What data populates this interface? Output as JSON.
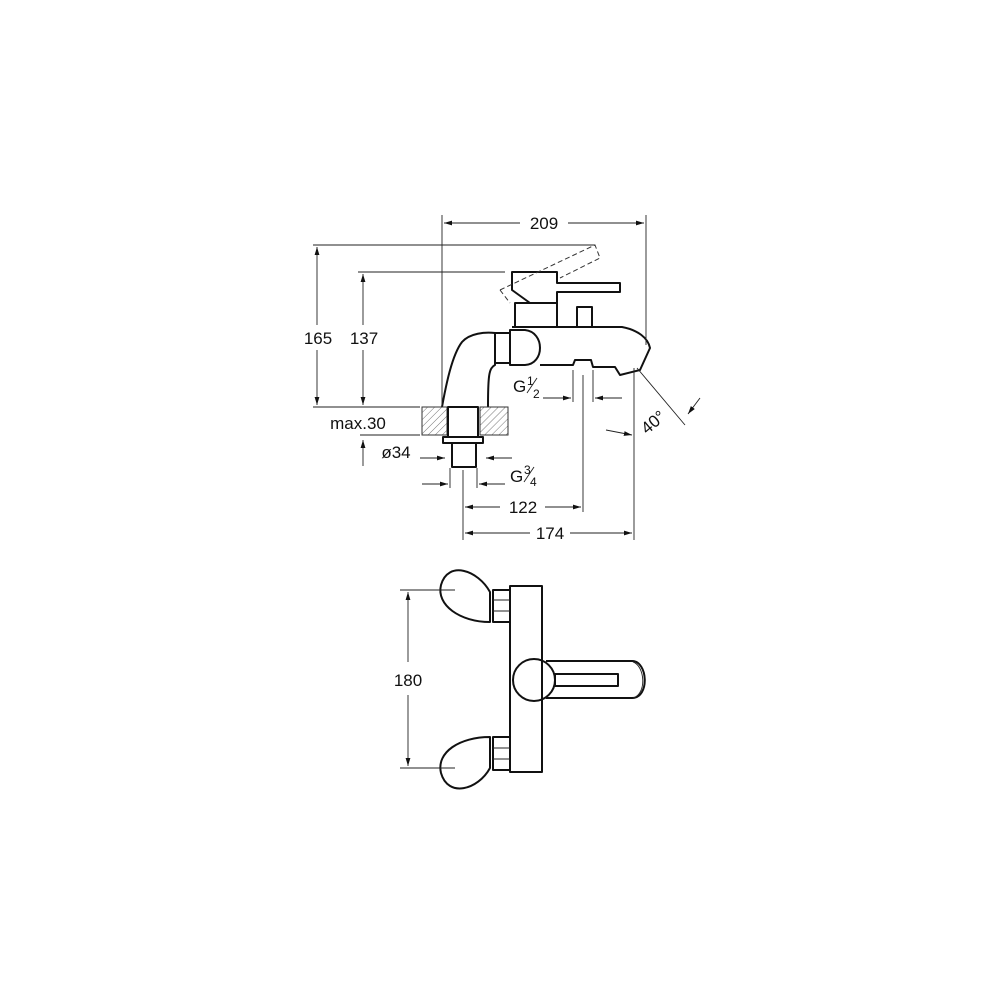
{
  "side_view": {
    "dims": {
      "overall_length": "209",
      "overall_height": "165",
      "spout_height": "137",
      "max_thickness": "max.30",
      "hole_diameter": "ø34",
      "inlet_thread": {
        "g": "G",
        "num": "3",
        "den": "4"
      },
      "outlet_thread": {
        "g": "G",
        "num": "1",
        "den": "2"
      },
      "outlet_distance": "122",
      "spout_reach": "174",
      "spout_angle": "40°"
    }
  },
  "top_view": {
    "dims": {
      "handle_span": "180"
    }
  }
}
